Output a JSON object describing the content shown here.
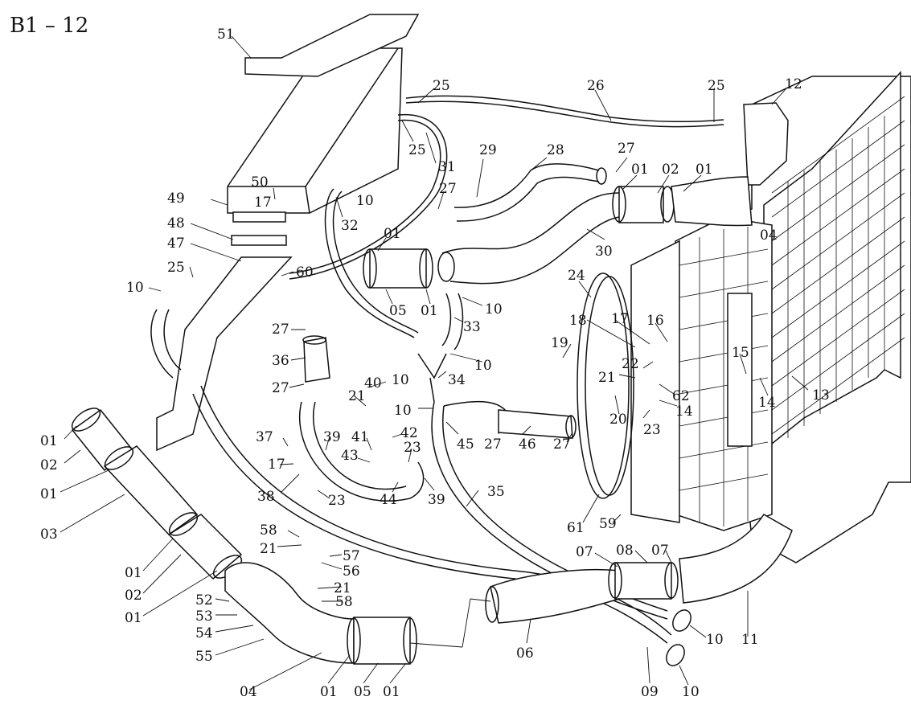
{
  "title": "B1 – 12",
  "labels": [
    {
      "id": "51",
      "text": "51"
    },
    {
      "id": "25a",
      "text": "25"
    },
    {
      "id": "26",
      "text": "26"
    },
    {
      "id": "25b",
      "text": "25"
    },
    {
      "id": "12",
      "text": "12"
    },
    {
      "id": "25c",
      "text": "25"
    },
    {
      "id": "31",
      "text": "31"
    },
    {
      "id": "29",
      "text": "29"
    },
    {
      "id": "28",
      "text": "28"
    },
    {
      "id": "27a",
      "text": "27"
    },
    {
      "id": "01a",
      "text": "01"
    },
    {
      "id": "02a",
      "text": "02"
    },
    {
      "id": "01b",
      "text": "01"
    },
    {
      "id": "04a",
      "text": "04"
    },
    {
      "id": "50",
      "text": "50"
    },
    {
      "id": "17a",
      "text": "17"
    },
    {
      "id": "10a",
      "text": "10"
    },
    {
      "id": "49",
      "text": "49"
    },
    {
      "id": "32",
      "text": "32"
    },
    {
      "id": "27b",
      "text": "27"
    },
    {
      "id": "30",
      "text": "30"
    },
    {
      "id": "48",
      "text": "48"
    },
    {
      "id": "01c",
      "text": "01"
    },
    {
      "id": "47",
      "text": "47"
    },
    {
      "id": "25d",
      "text": "25"
    },
    {
      "id": "60",
      "text": "60"
    },
    {
      "id": "10b",
      "text": "10"
    },
    {
      "id": "05a",
      "text": "05"
    },
    {
      "id": "01d",
      "text": "01"
    },
    {
      "id": "10c",
      "text": "10"
    },
    {
      "id": "24",
      "text": "24"
    },
    {
      "id": "27c",
      "text": "27"
    },
    {
      "id": "33",
      "text": "33"
    },
    {
      "id": "18",
      "text": "18"
    },
    {
      "id": "17b",
      "text": "17"
    },
    {
      "id": "16",
      "text": "16"
    },
    {
      "id": "19",
      "text": "19"
    },
    {
      "id": "15",
      "text": "15"
    },
    {
      "id": "36",
      "text": "36"
    },
    {
      "id": "10d",
      "text": "10"
    },
    {
      "id": "10e",
      "text": "10"
    },
    {
      "id": "22",
      "text": "22"
    },
    {
      "id": "21a",
      "text": "21"
    },
    {
      "id": "34",
      "text": "34"
    },
    {
      "id": "27d",
      "text": "27"
    },
    {
      "id": "40",
      "text": "40"
    },
    {
      "id": "21b",
      "text": "21"
    },
    {
      "id": "62",
      "text": "62"
    },
    {
      "id": "13",
      "text": "13"
    },
    {
      "id": "14a",
      "text": "14"
    },
    {
      "id": "10f",
      "text": "10"
    },
    {
      "id": "20",
      "text": "20"
    },
    {
      "id": "14b",
      "text": "14"
    },
    {
      "id": "01e",
      "text": "01"
    },
    {
      "id": "45",
      "text": "45"
    },
    {
      "id": "27e",
      "text": "27"
    },
    {
      "id": "46",
      "text": "46"
    },
    {
      "id": "27f",
      "text": "27"
    },
    {
      "id": "23a",
      "text": "23"
    },
    {
      "id": "37",
      "text": "37"
    },
    {
      "id": "39a",
      "text": "39"
    },
    {
      "id": "41",
      "text": "41"
    },
    {
      "id": "42",
      "text": "42"
    },
    {
      "id": "02b",
      "text": "02"
    },
    {
      "id": "17c",
      "text": "17"
    },
    {
      "id": "43",
      "text": "43"
    },
    {
      "id": "23b",
      "text": "23"
    },
    {
      "id": "01f",
      "text": "01"
    },
    {
      "id": "38",
      "text": "38"
    },
    {
      "id": "23c",
      "text": "23"
    },
    {
      "id": "44",
      "text": "44"
    },
    {
      "id": "39b",
      "text": "39"
    },
    {
      "id": "35",
      "text": "35"
    },
    {
      "id": "03",
      "text": "03"
    },
    {
      "id": "61",
      "text": "61"
    },
    {
      "id": "59",
      "text": "59"
    },
    {
      "id": "58a",
      "text": "58"
    },
    {
      "id": "21c",
      "text": "21"
    },
    {
      "id": "57",
      "text": "57"
    },
    {
      "id": "07a",
      "text": "07"
    },
    {
      "id": "08",
      "text": "08"
    },
    {
      "id": "07b",
      "text": "07"
    },
    {
      "id": "01g",
      "text": "01"
    },
    {
      "id": "56",
      "text": "56"
    },
    {
      "id": "02c",
      "text": "02"
    },
    {
      "id": "21d",
      "text": "21"
    },
    {
      "id": "52",
      "text": "52"
    },
    {
      "id": "58b",
      "text": "58"
    },
    {
      "id": "01h",
      "text": "01"
    },
    {
      "id": "53",
      "text": "53"
    },
    {
      "id": "54",
      "text": "54"
    },
    {
      "id": "06",
      "text": "06"
    },
    {
      "id": "10g",
      "text": "10"
    },
    {
      "id": "11",
      "text": "11"
    },
    {
      "id": "55",
      "text": "55"
    },
    {
      "id": "04b",
      "text": "04"
    },
    {
      "id": "01i",
      "text": "01"
    },
    {
      "id": "05b",
      "text": "05"
    },
    {
      "id": "01j",
      "text": "01"
    },
    {
      "id": "09",
      "text": "09"
    },
    {
      "id": "10h",
      "text": "10"
    }
  ]
}
